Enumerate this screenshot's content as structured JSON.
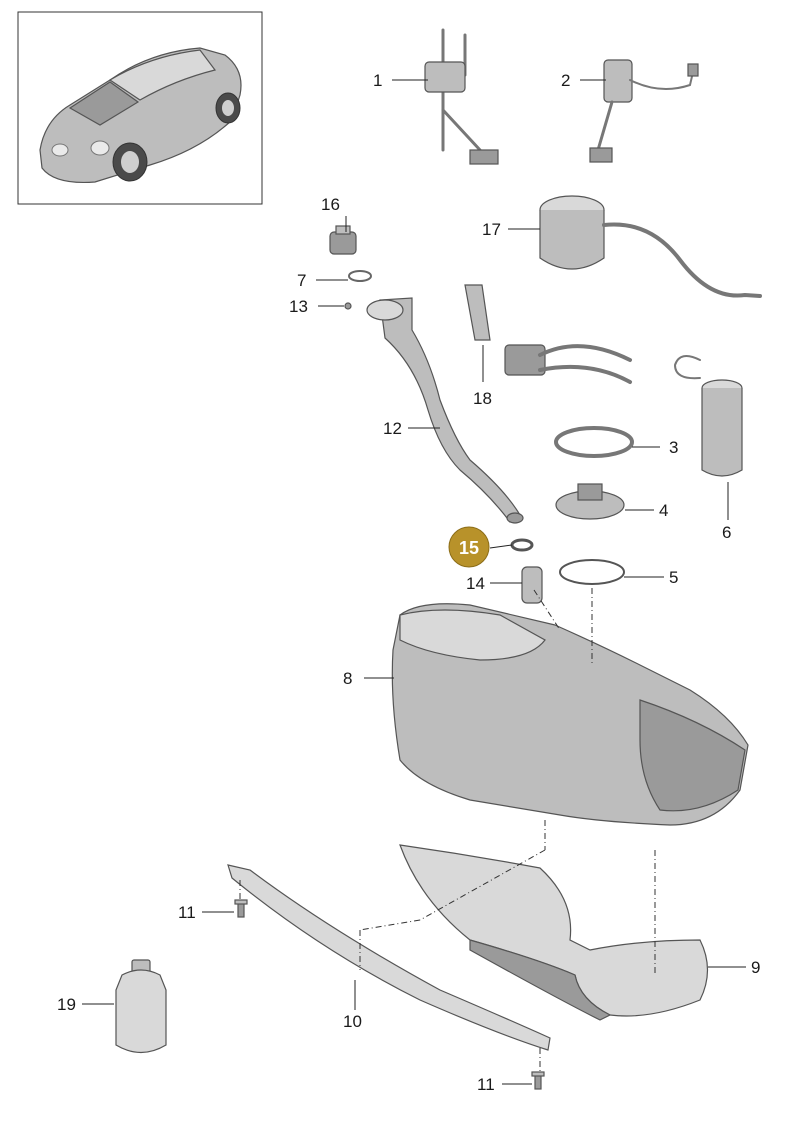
{
  "callouts": [
    {
      "id": "1",
      "label": "1"
    },
    {
      "id": "2",
      "label": "2"
    },
    {
      "id": "3",
      "label": "3"
    },
    {
      "id": "4",
      "label": "4"
    },
    {
      "id": "5",
      "label": "5"
    },
    {
      "id": "6",
      "label": "6"
    },
    {
      "id": "7",
      "label": "7"
    },
    {
      "id": "8",
      "label": "8"
    },
    {
      "id": "9",
      "label": "9"
    },
    {
      "id": "10",
      "label": "10"
    },
    {
      "id": "11a",
      "label": "11"
    },
    {
      "id": "11b",
      "label": "11"
    },
    {
      "id": "12",
      "label": "12"
    },
    {
      "id": "13",
      "label": "13"
    },
    {
      "id": "14",
      "label": "14"
    },
    {
      "id": "15",
      "label": "15",
      "highlighted": true
    },
    {
      "id": "16",
      "label": "16"
    },
    {
      "id": "17",
      "label": "17"
    },
    {
      "id": "18",
      "label": "18"
    },
    {
      "id": "19",
      "label": "19"
    }
  ],
  "colors": {
    "highlight": "#b8922a",
    "part_fill": "#c8c8c8",
    "line": "#222222"
  }
}
